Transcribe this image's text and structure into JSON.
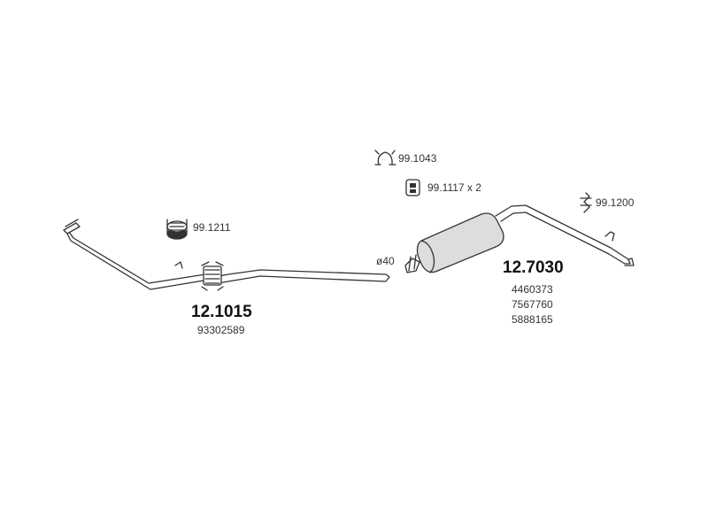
{
  "parts": {
    "clamp": {
      "code": "99.1043"
    },
    "rubber_mount": {
      "code": "99.1117 x 2"
    },
    "bracket": {
      "code": "99.1200"
    },
    "gasket_ring": {
      "code": "99.1211"
    },
    "front_pipe": {
      "code": "12.1015",
      "oe_numbers": [
        "93302589"
      ]
    },
    "diameter": {
      "label": "ø40"
    },
    "rear_silencer": {
      "code": "12.7030",
      "oe_numbers": [
        "4460373",
        "7567760",
        "5888165"
      ]
    }
  },
  "icons": [
    "clamp-icon",
    "rubber-mount-icon",
    "bracket-icon",
    "gasket-ring-icon"
  ],
  "colors": {
    "line": "#333333",
    "fill": "#ffffff",
    "muffler_shade": "#dddddd"
  }
}
